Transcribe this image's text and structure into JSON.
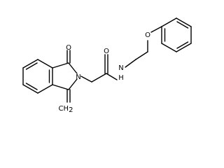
{
  "atoms": {
    "ketone_oxygen": "O",
    "amide_oxygen": "O",
    "ether_oxygen": "O",
    "ring_nitrogen": "N",
    "amide_nitrogen": "N",
    "amide_hydrogen": "H",
    "methylene_carbon": "CH",
    "methylene_subscript": "2"
  }
}
